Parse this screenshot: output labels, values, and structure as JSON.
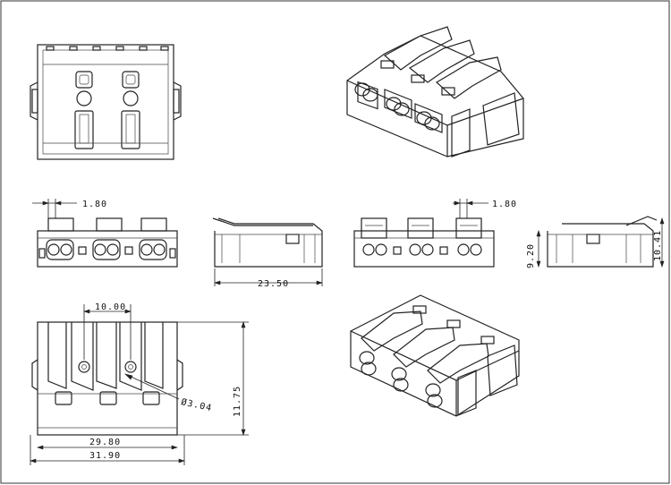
{
  "drawing": {
    "dimensions": {
      "tab_width_left": "1.80",
      "tab_width_right": "1.80",
      "side_depth": "23.50",
      "height_low": "9.20",
      "height_high": "10.41",
      "pitch": "10.00",
      "hole_diameter": "Ø3.04",
      "overall_height": "11.75",
      "inner_width": "29.80",
      "overall_width": "31.90"
    }
  }
}
